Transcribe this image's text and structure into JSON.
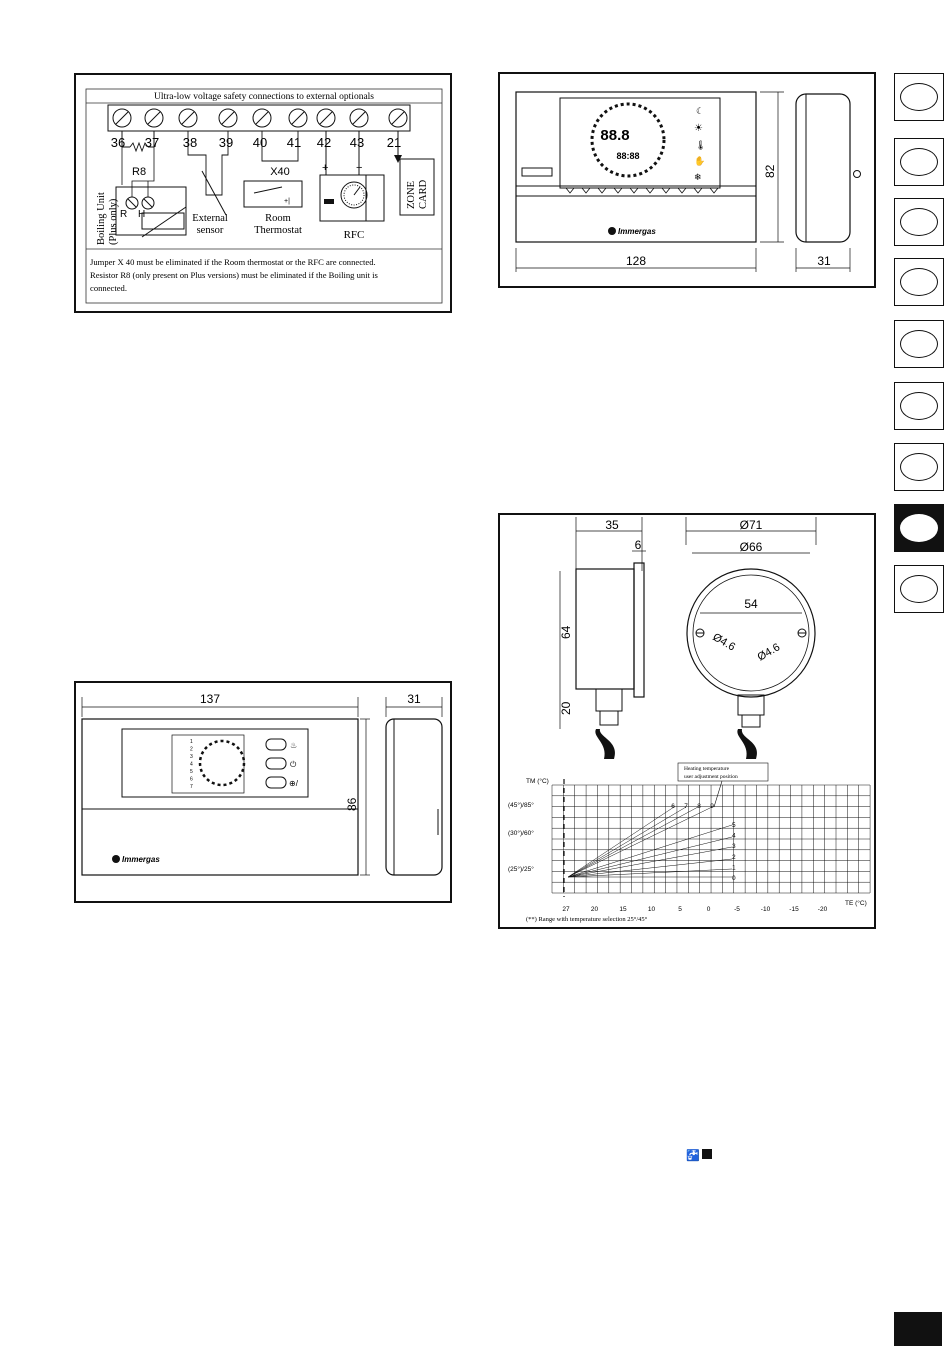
{
  "wiring_panel": {
    "header": "Ultra-low voltage safety connections to external optionals",
    "terminals": [
      "36",
      "37",
      "38",
      "39",
      "40",
      "41",
      "42",
      "43",
      "21"
    ],
    "r8": "R8",
    "x40": "X40",
    "r_label": "R",
    "h_label": "H",
    "boiling_unit": [
      "Boiling Unit",
      "(Plus only)"
    ],
    "external_sensor": [
      "External",
      "sensor"
    ],
    "room_thermostat": [
      "Room",
      "Thermostat"
    ],
    "rfc": "RFC",
    "plus": "+",
    "minus": "−",
    "zone_card": [
      "ZONE",
      "CARD"
    ],
    "note_lines": [
      "Jumper X 40 must be eliminated if the Room thermostat or the RFC are connected.",
      "Resistor R8 (only present on Plus versions) must be eliminated if the Boiling unit is",
      "connected."
    ]
  },
  "remote_panel": {
    "width": "128",
    "height": "82",
    "depth": "31",
    "lcd_main": "88.8",
    "lcd_sub": "88:88",
    "brand": "Immergas"
  },
  "room_control_panel": {
    "width": "137",
    "depth": "31",
    "height": "86",
    "dial_numbers": [
      "1",
      "2",
      "3",
      "4",
      "5",
      "6",
      "7"
    ],
    "brand": "Immergas"
  },
  "sensor_panel": {
    "dim_35": "35",
    "dim_6": "6",
    "dim_64": "64",
    "dim_20": "20",
    "dim_d71": "Ø71",
    "dim_d66": "Ø66",
    "dim_54": "54",
    "dim_d46a": "Ø4.6",
    "dim_d46b": "Ø4.6",
    "chart": {
      "y_title": "TM (°C)",
      "x_title": "TE (°C)",
      "callout": [
        "Heating temperature",
        "user adjustment position"
      ],
      "y_labels": [
        "(45°)/85°",
        "(30°)/60°",
        "(25°)/25°"
      ],
      "x_labels": [
        "27",
        "20",
        "15",
        "10",
        "5",
        "0",
        "-5",
        "-10",
        "-15",
        "-20"
      ],
      "curve_labels_top": [
        "9",
        "8",
        "7",
        "6"
      ],
      "curve_labels_side": [
        "5",
        "4",
        "3",
        "2",
        "1",
        "0"
      ],
      "footnote": "(**) Range with temperature selection 25°/45°"
    }
  },
  "language_tabs": [
    {
      "name": "tab-1",
      "active": false
    },
    {
      "name": "tab-2",
      "active": false
    },
    {
      "name": "tab-3",
      "active": false
    },
    {
      "name": "tab-4",
      "active": false
    },
    {
      "name": "tab-5",
      "active": false
    },
    {
      "name": "tab-6",
      "active": false
    },
    {
      "name": "tab-7",
      "active": false
    },
    {
      "name": "tab-8",
      "active": true
    },
    {
      "name": "tab-9",
      "active": false
    }
  ],
  "icons": {
    "tap_icon": "tap-icon",
    "boiler_icon": "boiler-icon"
  }
}
